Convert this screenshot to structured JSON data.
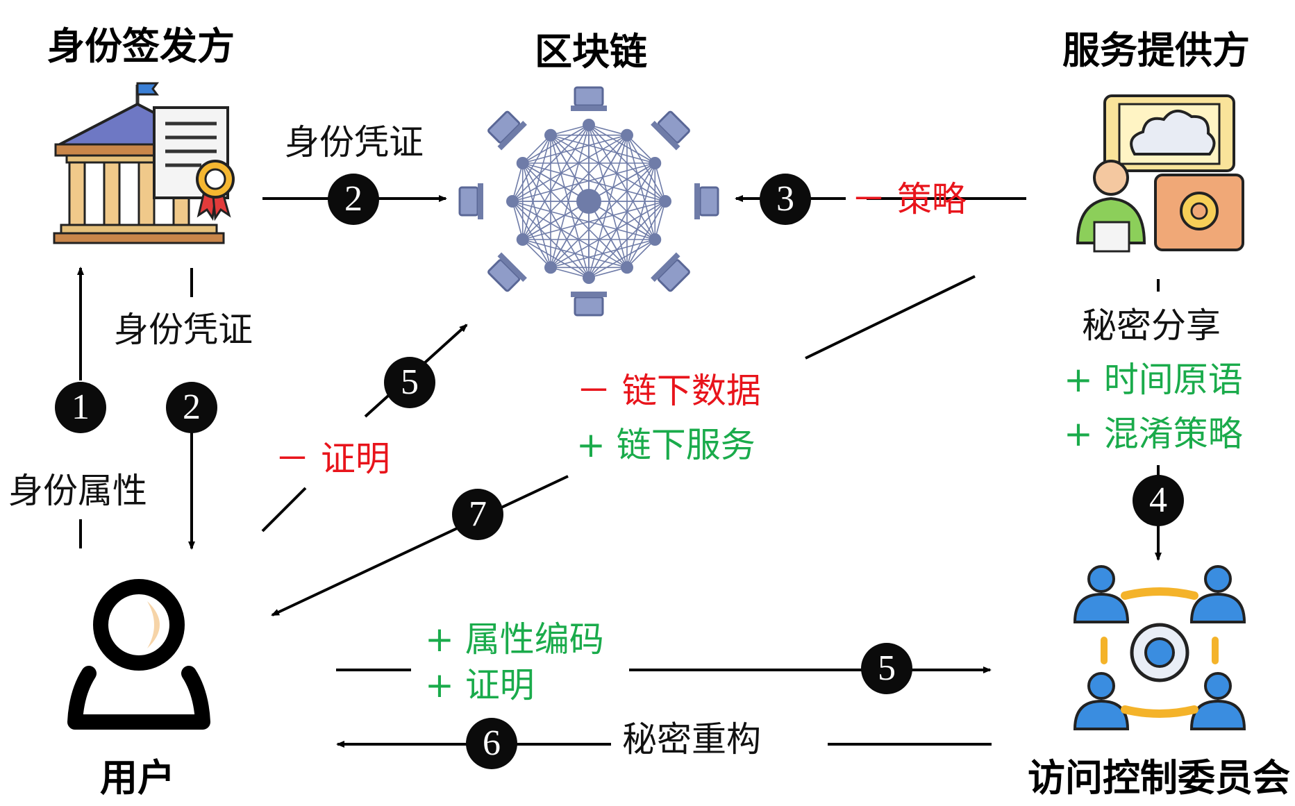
{
  "entities": {
    "issuer": "身份签发方",
    "blockchain": "区块链",
    "provider": "服务提供方",
    "user": "用户",
    "committee": "访问控制委员会"
  },
  "labels": {
    "credential_top": "身份凭证",
    "credential_left": "身份凭证",
    "attributes": "身份属性",
    "policy": "－ 策略",
    "proof": "－ 证明",
    "offchain_data": "－ 链下数据",
    "offchain_service": "+ 链下服务",
    "secret_share": "秘密分享",
    "time_primitive": "+ 时间原语",
    "obfuscation": "+ 混淆策略",
    "attr_encoding": "+ 属性编码",
    "proof_plus": "+ 证明",
    "secret_reconstruct": "秘密重构"
  },
  "steps": {
    "s1": "1",
    "s2a": "2",
    "s2b": "2",
    "s3": "3",
    "s4": "4",
    "s5a": "5",
    "s5b": "5",
    "s6": "6",
    "s7": "7"
  },
  "colors": {
    "removed": "#e8141b",
    "added": "#1aab4b",
    "node": "#6f7ca8"
  },
  "icons": [
    "institution-icon",
    "certificate-icon",
    "blockchain-network-icon",
    "cloud-service-icon",
    "user-icon",
    "committee-icon"
  ]
}
